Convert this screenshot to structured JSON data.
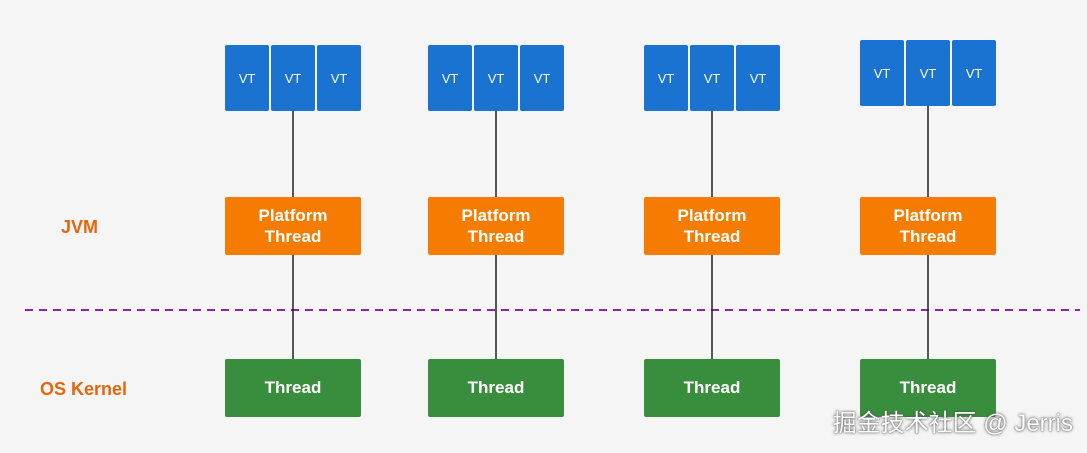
{
  "labels": {
    "jvm": "JVM",
    "os_kernel": "OS Kernel"
  },
  "columns": [
    {
      "vts": [
        "VT",
        "VT",
        "VT"
      ],
      "platform_thread": "Platform\nThread",
      "os_thread": "Thread"
    },
    {
      "vts": [
        "VT",
        "VT",
        "VT"
      ],
      "platform_thread": "Platform\nThread",
      "os_thread": "Thread"
    },
    {
      "vts": [
        "VT",
        "VT",
        "VT"
      ],
      "platform_thread": "Platform\nThread",
      "os_thread": "Thread"
    },
    {
      "vts": [
        "VT",
        "VT",
        "VT"
      ],
      "platform_thread": "Platform\nThread",
      "os_thread": "Thread"
    }
  ],
  "watermark": "掘金技术社区 @ Jerris",
  "colors": {
    "vt": "#1a73d1",
    "platform_thread": "#f57c00",
    "os_thread": "#388e3c",
    "label": "#e8650a",
    "divider": "#8e24aa"
  }
}
